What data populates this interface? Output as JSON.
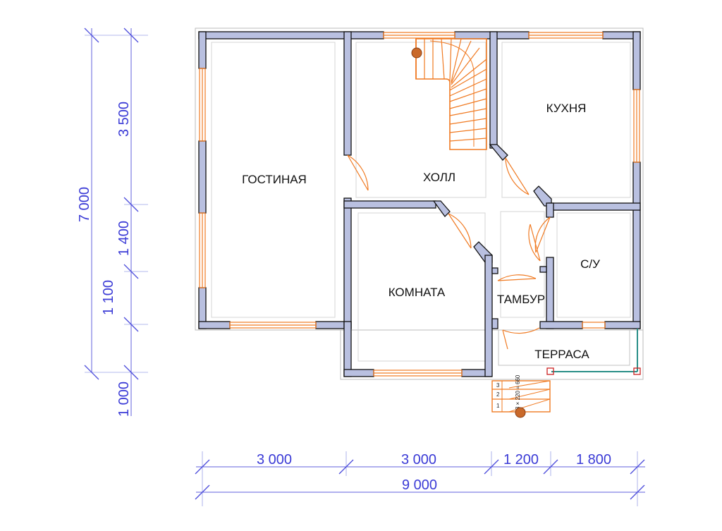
{
  "rooms": {
    "living": "ГОСТИНАЯ",
    "hall": "ХОЛЛ",
    "kitchen": "КУХНЯ",
    "room": "КОМНАТА",
    "vestibule": "ТАМБУР",
    "bathroom": "С/У",
    "terrace": "ТЕРРАСА"
  },
  "dimensions": {
    "bottom": [
      "3 000",
      "3 000",
      "1 200",
      "1 800"
    ],
    "bottom_total": "9 000",
    "left_inner": [
      "3 500",
      "1 400",
      "1 100",
      "1 000"
    ],
    "left_total": "7 000"
  },
  "porch_steps": {
    "step_numbers": [
      "3",
      "2",
      "1"
    ],
    "step_note": "3 × 220 = 660"
  },
  "colors": {
    "wall_fill": "#b9c0e0",
    "wall_outline": "#111111",
    "openings": "#f07a22",
    "dimensions": "#3b3bd6"
  }
}
